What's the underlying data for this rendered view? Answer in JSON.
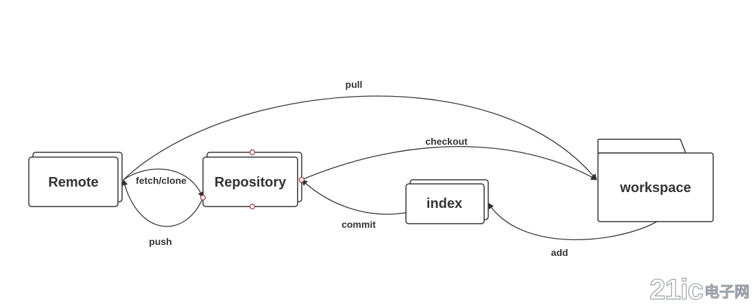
{
  "nodes": {
    "remote": "Remote",
    "repository": "Repository",
    "index": "index",
    "workspace": "workspace"
  },
  "edges": {
    "pull": "pull",
    "checkout": "checkout",
    "fetch_clone": "fetch/clone",
    "push": "push",
    "commit": "commit",
    "add": "add"
  },
  "watermark": {
    "number": "21ic",
    "text": "电子网"
  },
  "colors": {
    "stroke": "#333333",
    "port": "#a0343b",
    "watermark": "#9aa0a8"
  }
}
